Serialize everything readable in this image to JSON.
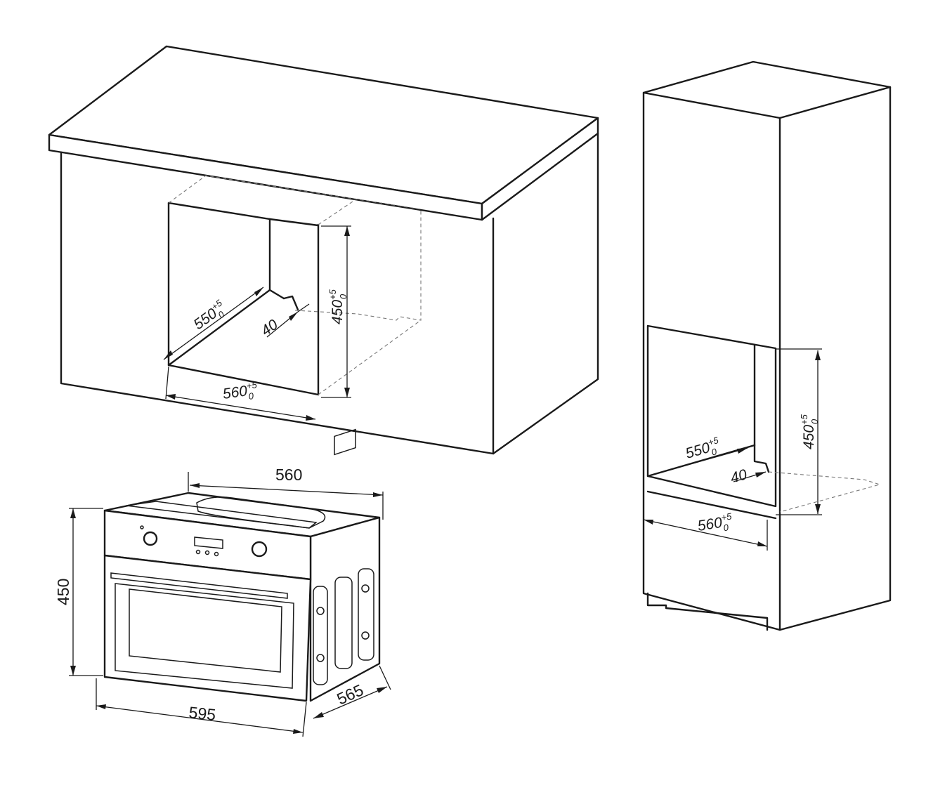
{
  "undercounter": {
    "depth_label": "550",
    "depth_tol_upper": "+5",
    "depth_tol_lower": "0",
    "height_label": "450",
    "height_tol_upper": "+5",
    "height_tol_lower": "0",
    "width_label": "560",
    "width_tol_upper": "+5",
    "width_tol_lower": "0",
    "gap_label": "40"
  },
  "tall_cabinet": {
    "depth_label": "550",
    "depth_tol_upper": "+5",
    "depth_tol_lower": "0",
    "height_label": "450",
    "height_tol_upper": "+5",
    "height_tol_lower": "0",
    "width_label": "560",
    "width_tol_upper": "+5",
    "width_tol_lower": "0",
    "gap_label": "40"
  },
  "oven": {
    "top_width_label": "560",
    "height_label": "450",
    "front_width_label": "595",
    "depth_label": "565"
  }
}
